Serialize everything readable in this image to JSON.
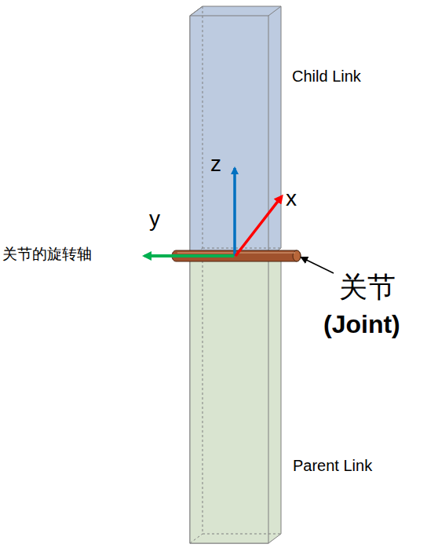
{
  "diagram": {
    "labels": [
      "Child Link",
      "z",
      "x",
      "y",
      "关节的旋转轴",
      "关节",
      "(Joint)",
      "Parent Link"
    ]
  }
}
